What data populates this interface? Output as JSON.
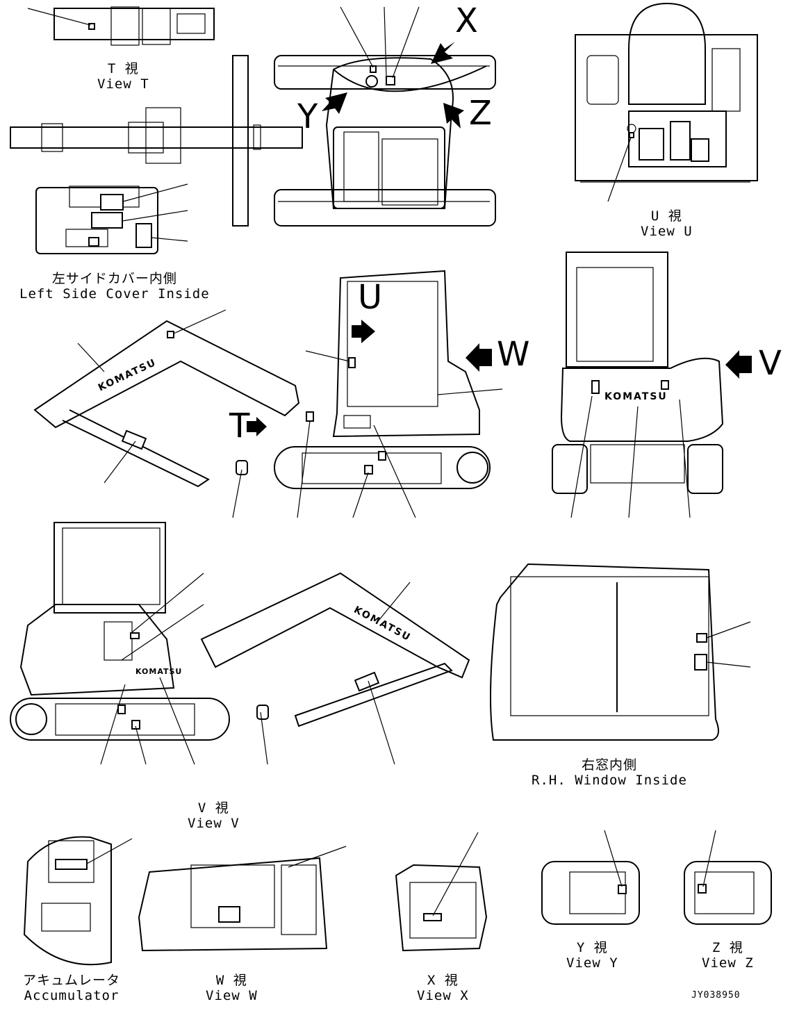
{
  "views": {
    "view_t": {
      "jp": "T 視",
      "en": "View T"
    },
    "left_cover": {
      "jp": "左サイドカバー内側",
      "en": "Left Side Cover Inside"
    },
    "view_u": {
      "jp": "U 視",
      "en": "View U"
    },
    "view_v": {
      "jp": "V 視",
      "en": "View V"
    },
    "rh_window": {
      "jp": "右窓内側",
      "en": "R.H. Window Inside"
    },
    "accumulator": {
      "jp": "アキュムレータ",
      "en": "Accumulator"
    },
    "view_w": {
      "jp": "W 視",
      "en": "View W"
    },
    "view_x": {
      "jp": "X 視",
      "en": "View X"
    },
    "view_y": {
      "jp": "Y 視",
      "en": "View Y"
    },
    "view_z": {
      "jp": "Z 視",
      "en": "View Z"
    }
  },
  "arrows": {
    "x": "X",
    "y": "Y",
    "z": "Z",
    "t": "T",
    "u": "U",
    "v": "V",
    "w": "W"
  },
  "brand": "KOMATSU",
  "drawing_code": "JY038950"
}
